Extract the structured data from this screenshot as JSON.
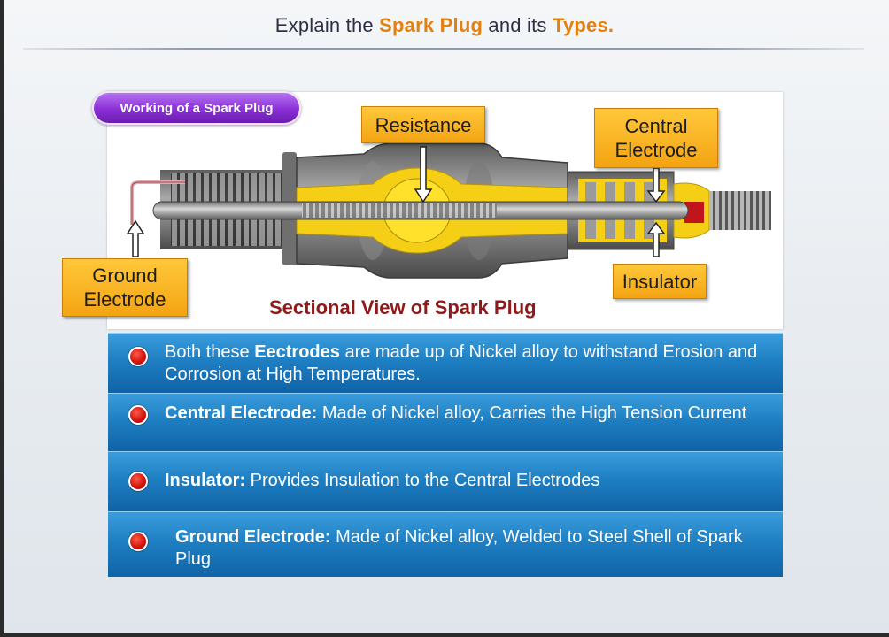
{
  "header": {
    "title_prefix": "Explain the ",
    "title_hl1": "Spark Plug",
    "title_mid": " and its ",
    "title_hl2": "Types."
  },
  "diagram": {
    "badge": "Working of a Spark Plug",
    "labels": {
      "resistance": "Resistance",
      "central_electrode": "Central\nElectrode",
      "insulator": "Insulator",
      "ground_electrode": "Ground\nElectrode"
    },
    "caption": "Sectional View of Spark Plug"
  },
  "bullets": [
    {
      "bold": "",
      "pre": "Both these ",
      "bold_inline": "Eectrodes",
      "text": " are made up of Nickel alloy to withstand Erosion and Corrosion at High Temperatures."
    },
    {
      "bold": "Central Electrode:",
      "text": " Made of Nickel alloy, Carries the High Tension Current"
    },
    {
      "bold": "Insulator:",
      "text": " Provides Insulation to the Central Electrodes"
    },
    {
      "bold": "Ground Electrode:",
      "text": " Made of Nickel alloy, Welded to Steel Shell of Spark Plug"
    }
  ],
  "colors": {
    "accent_orange": "#e3800f",
    "callout_yellow": "#f3a413",
    "badge_purple": "#8a2fd6",
    "bullet_blue": "#1f7fc3",
    "caption_red": "#8f1a1a"
  }
}
